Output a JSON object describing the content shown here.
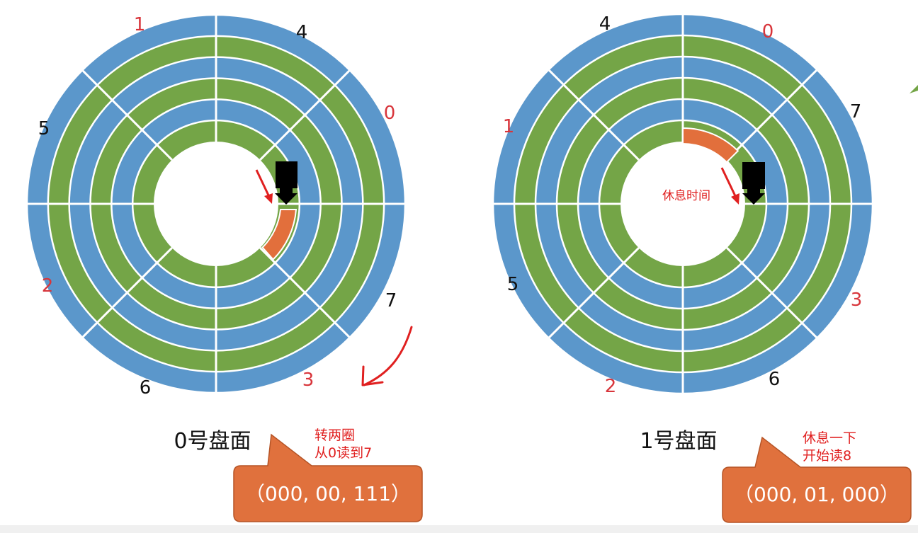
{
  "colors": {
    "outer_ring": "#5b97cb",
    "green_ring": "#74a547",
    "blue_ring": "#5b97cb",
    "highlight": "#e26f3c",
    "separator": "#ffffff",
    "black_label": "#111111",
    "red_label": "#d8353b",
    "annotation_red": "#e02020",
    "callout": "#e0713d",
    "callout_border": "#b55426",
    "read_head": "#000000"
  },
  "platters": [
    {
      "caption": "0号盘面",
      "sector_labels": [
        {
          "text": "1",
          "color": "red"
        },
        {
          "text": "4",
          "color": "black"
        },
        {
          "text": "0",
          "color": "red"
        },
        {
          "text": "5",
          "color": "black"
        },
        {
          "text": "2",
          "color": "red"
        },
        {
          "text": "7",
          "color": "black"
        },
        {
          "text": "6",
          "color": "black"
        },
        {
          "text": "3",
          "color": "red"
        }
      ],
      "annotation_lines": [
        "转两圈",
        "从0读到7"
      ],
      "address": "（000, 00, 111）"
    },
    {
      "caption": "1号盘面",
      "sector_labels": [
        {
          "text": "4",
          "color": "black"
        },
        {
          "text": "0",
          "color": "red"
        },
        {
          "text": "1",
          "color": "red"
        },
        {
          "text": "7",
          "color": "black"
        },
        {
          "text": "5",
          "color": "black"
        },
        {
          "text": "3",
          "color": "red"
        },
        {
          "text": "2",
          "color": "red"
        },
        {
          "text": "6",
          "color": "black"
        }
      ],
      "head_note": "休息时间",
      "annotation_lines": [
        "休息一下",
        "开始读8"
      ],
      "address": "（000, 01, 000）"
    }
  ]
}
